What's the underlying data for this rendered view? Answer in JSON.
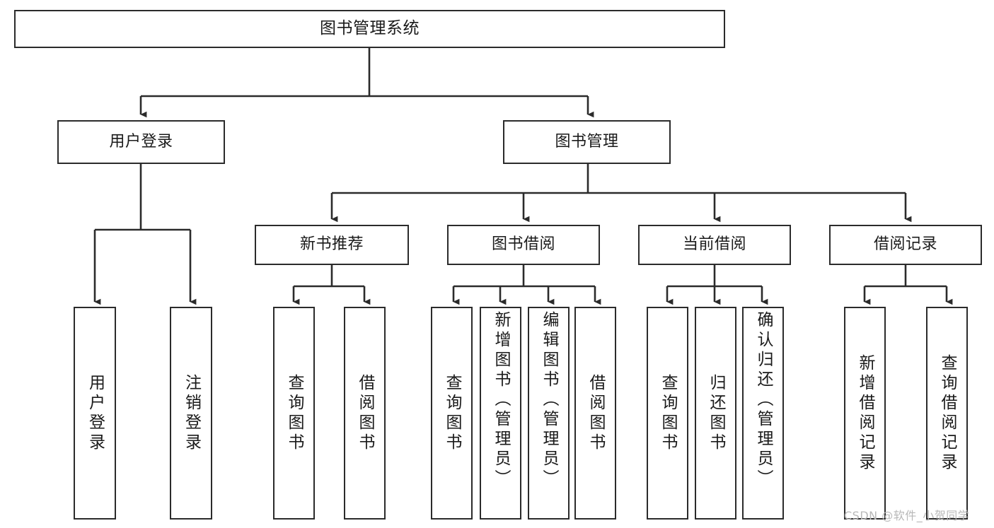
{
  "diagram": {
    "title": "图书管理系统",
    "type": "tree-hierarchy-chart",
    "colors": {
      "stroke": "#2b2b2b",
      "fill": "#ffffff",
      "text": "#1a1a1a",
      "watermark": "#b8b8b8"
    },
    "root": {
      "label": "图书管理系统"
    },
    "level2": [
      {
        "label": "用户登录"
      },
      {
        "label": "图书管理"
      }
    ],
    "level3": [
      {
        "label": "新书推荐"
      },
      {
        "label": "图书借阅"
      },
      {
        "label": "当前借阅"
      },
      {
        "label": "借阅记录"
      }
    ],
    "leaves": {
      "user_login": [
        {
          "label": "用户登录"
        },
        {
          "label": "注销登录"
        }
      ],
      "new_book_recommend": [
        {
          "label": "查询图书"
        },
        {
          "label": "借阅图书"
        }
      ],
      "book_borrow": [
        {
          "label": "查询图书"
        },
        {
          "label": "新增图书（管理员）"
        },
        {
          "label": "编辑图书（管理员）"
        },
        {
          "label": "借阅图书"
        }
      ],
      "current_borrow": [
        {
          "label": "查询图书"
        },
        {
          "label": "归还图书"
        },
        {
          "label": "确认归还（管理员）"
        }
      ],
      "borrow_records": [
        {
          "label": "新增借阅记录"
        },
        {
          "label": "查询借阅记录"
        }
      ]
    },
    "watermark": "CSDN @软件_小贺同学"
  }
}
